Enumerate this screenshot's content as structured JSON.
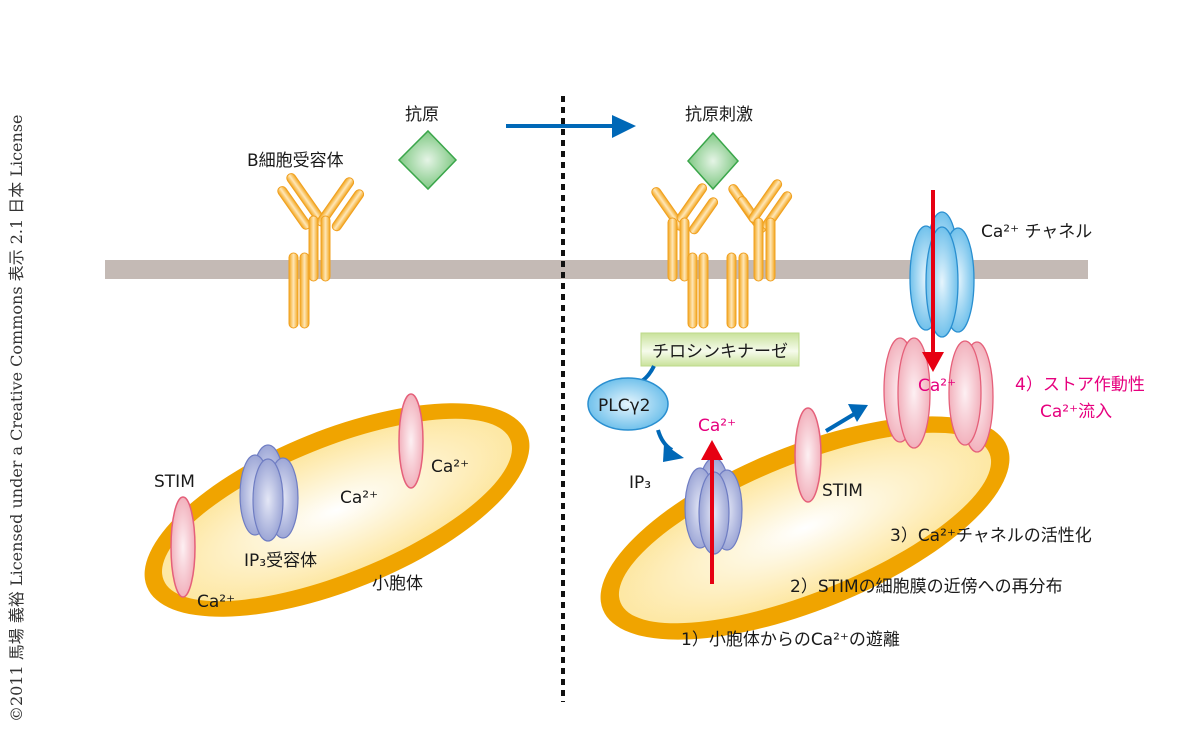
{
  "credit": "©2011 馬場 義裕 Licensed under a Creative Commons 表示 2.1 日本 License",
  "left_panel": {
    "antigen_label": "抗原",
    "bcr_label": "B細胞受容体",
    "stim_label": "STIM",
    "ip3_receptor_label": "IP₃受容体",
    "er_label": "小胞体",
    "ca_labels": [
      "Ca²⁺",
      "Ca²⁺",
      "Ca²⁺"
    ]
  },
  "right_panel": {
    "stimulation_label": "抗原刺激",
    "ca_channel_label": "Ca²⁺ チャネル",
    "tyrosine_kinase_label": "チロシンキナーゼ",
    "plc_label": "PLCγ2",
    "ip3_label": "IP₃",
    "stim_label": "STIM",
    "ca_release_label": "Ca²⁺",
    "ca_entry_label": "Ca²⁺",
    "soce_line1": "4）ストア作動性",
    "soce_line2": "Ca²⁺流入",
    "steps": [
      "1）小胞体からのCa²⁺の遊離",
      "2）STIMの細胞膜の近傍への再分布",
      "3）Ca²⁺チャネルの活性化"
    ]
  },
  "colors": {
    "membrane": "#c4bab5",
    "receptor": "#f3a51b",
    "antigen": "#3aa64a",
    "er_rim": "#f0a400",
    "er_fill": "#fde9a2",
    "ip3r": "#8f9ad0",
    "stim": "#f0a5b2",
    "channel": "#5ab7e8",
    "blue_arrow": "#0068b7",
    "red_arrow": "#e60012",
    "pink_text": "#e6007e",
    "kinase_box": "#d7e9b4"
  }
}
